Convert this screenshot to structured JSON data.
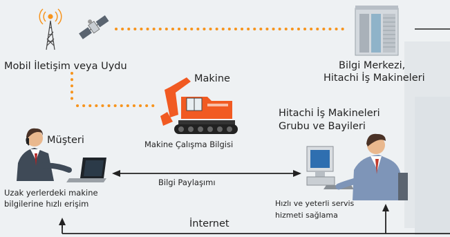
{
  "labels": {
    "mobile": "Mobil İletişim veya Uydu",
    "datacenter_line1": "Bilgi Merkezi,",
    "datacenter_line2": "Hitachi İş Makineleri",
    "machine": "Makine",
    "machine_info": "Makine Çalışma Bilgisi",
    "group_line1": "Hitachi İş Makineleri",
    "group_line2": "Grubu ve Bayileri",
    "customer": "Müşteri",
    "customer_desc_line1": "Uzak yerlerdeki makine",
    "customer_desc_line2": "bilgilerine hızlı erişim",
    "sharing": "Bilgi Paylaşımı",
    "service_line1": "Hızlı ve yeterli servis",
    "service_line2": "hizmeti sağlama",
    "internet": "İnternet"
  },
  "colors": {
    "dotted_line": "#f7941d",
    "excavator": "#f15a22",
    "line": "#222222",
    "background": "#eef1f3"
  }
}
